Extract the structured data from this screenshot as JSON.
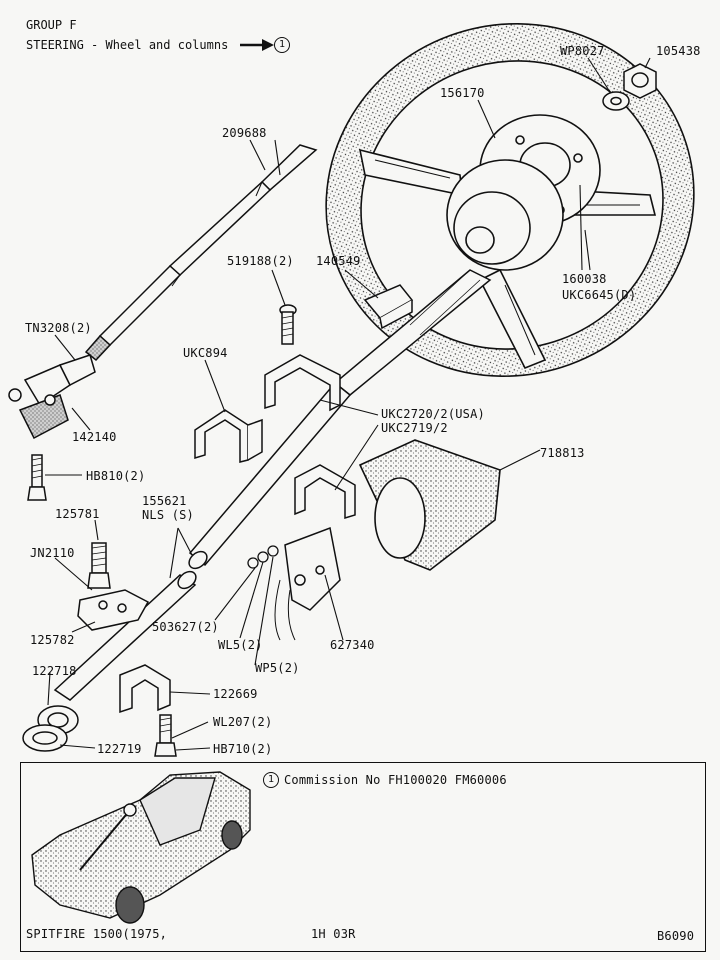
{
  "header": {
    "group": "GROUP F",
    "title": "STEERING - Wheel and columns",
    "ref_mark": "1"
  },
  "labels": {
    "wp8027": "WP8027",
    "n105438": "105438",
    "n156170": "156170",
    "n209688": "209688",
    "n519188": "519188(2)",
    "n140549": "140549",
    "n160038": "160038",
    "ukc6645": "UKC6645(D)",
    "tn3208": "TN3208(2)",
    "ukc894": "UKC894",
    "ukc2720": "UKC2720/2(USA)",
    "ukc2719": "UKC2719/2",
    "n142140": "142140",
    "hb810": "HB810(2)",
    "n718813": "718813",
    "n155621": "155621",
    "nls": "NLS (S)",
    "n125781": "125781",
    "jn2110": "JN2110",
    "n503627": "503627(2)",
    "wl5": "WL5(2)",
    "n627340": "627340",
    "n125782": "125782",
    "wp5": "WP5(2)",
    "n122718": "122718",
    "n122669": "122669",
    "wl207": "WL207(2)",
    "n122719": "122719",
    "hb710": "HB710(2)"
  },
  "inset": {
    "note_mark": "1",
    "note": "Commission No FH100020 FM60006",
    "model": "SPITFIRE 1500(1975,",
    "page": "1H 03R",
    "ref": "B6090"
  }
}
